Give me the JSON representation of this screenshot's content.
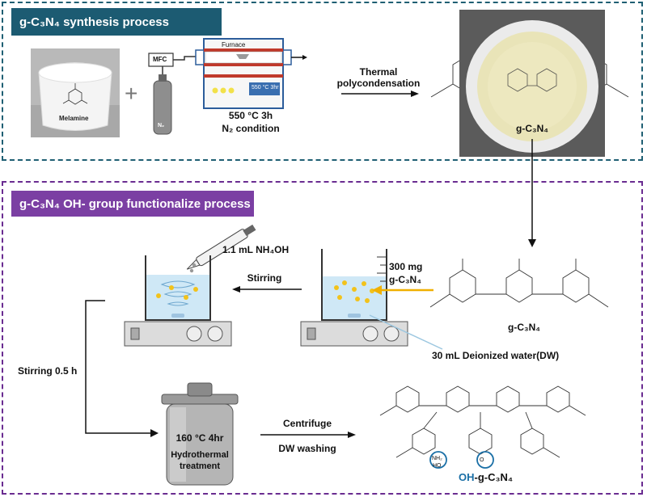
{
  "top_panel": {
    "title": "g-C₃N₄ synthesis process",
    "melamine_label": "Melamine",
    "n2_cylinder_label": "N₂",
    "mfc_label": "MFC",
    "furnace_label": "Furnace",
    "furnace_display": "550 °C 3hr",
    "condition_line1": "550 °C 3h",
    "condition_line2": "N₂ condition",
    "arrow_label_line1": "Thermal",
    "arrow_label_line2": "polycondensation",
    "product_label": "g-C₃N₄"
  },
  "bottom_panel": {
    "title": "g-C₃N₄ OH- group functionalize process",
    "reagent_label": "1.1 mL NH₄OH",
    "stirring_label": "Stirring",
    "sample_mass": "300 mg",
    "sample_name": "g-C₃N₄",
    "water_label": "30 mL Deionized water(DW)",
    "structure_label": "g-C₃N₄",
    "stirring_time_label": "Stirring 0.5 h",
    "autoclave_temp": "160 °C 4hr",
    "autoclave_line1": "Hydrothermal",
    "autoclave_line2": "treatment",
    "centrifuge_label": "Centrifuge",
    "washing_label": "DW washing",
    "final_product_prefix": "OH",
    "final_product_suffix": "-g-C₃N₄",
    "nh2_label": "NH₂",
    "ho_label": "HO",
    "o_label": "O"
  },
  "colors": {
    "top_border": "#1f5f73",
    "top_title_bg": "#1c5b72",
    "bottom_border": "#6a2c91",
    "bottom_title_bg": "#7b3fa3",
    "highlight_circle": "#1a6fa6",
    "particle": "#f2c21b",
    "water": "#cfe8f6",
    "highlight_arrow": "#f0b000",
    "pointer_line": "#9cc7e0"
  }
}
